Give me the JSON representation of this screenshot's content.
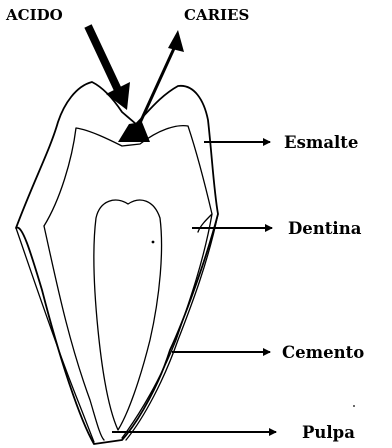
{
  "labels": {
    "acid": "ACIDO",
    "caries": "CARIES",
    "enamel": "Esmalte",
    "dentin": "Dentina",
    "cementum": "Cemento",
    "pulp": "Pulpa"
  }
}
